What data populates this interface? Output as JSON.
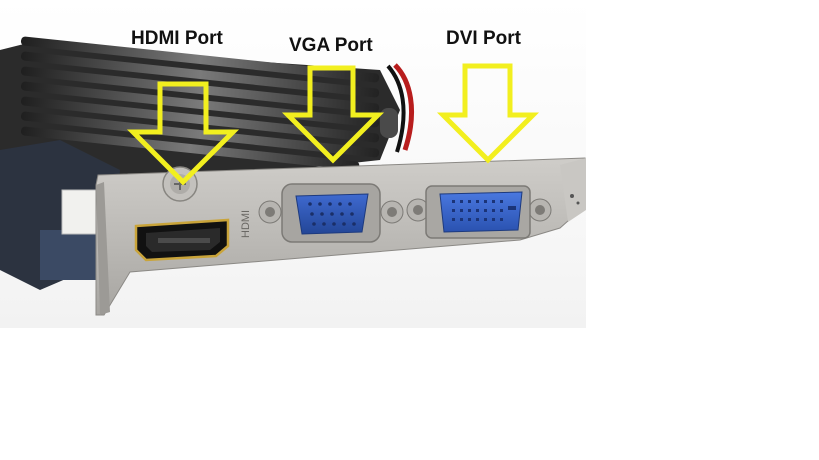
{
  "labels": {
    "hdmi": "HDMI Port",
    "vga": "VGA Port",
    "dvi": "DVI Port"
  },
  "bracket_print": "HDMI",
  "colors": {
    "arrow": "#f2ef1f",
    "background": "#ffffff",
    "bracket": "#b9b7b3",
    "vga_connector": "#2f57b9",
    "dvi_connector": "#2f5fc7",
    "heatsink": "#3a3a3a"
  },
  "icons": [
    "down-arrow-icon",
    "down-arrow-icon",
    "down-arrow-icon"
  ]
}
